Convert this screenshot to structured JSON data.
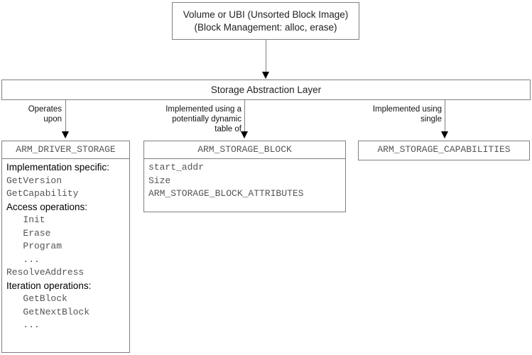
{
  "diagram": {
    "top_box": {
      "line1": "Volume or UBI (Unsorted Block Image)",
      "line2": "(Block Management: alloc, erase)"
    },
    "middle_layer": {
      "title": "Storage Abstraction Layer"
    },
    "edges": [
      {
        "label": "Operates\nupon"
      },
      {
        "label": "Implemented using a\npotentially dynamic\ntable of"
      },
      {
        "label": "Implemented using\nsingle"
      }
    ],
    "boxes": [
      {
        "header": "ARM_DRIVER_STORAGE",
        "rows": [
          {
            "text": "Implementation specific:",
            "style": "label",
            "indent": 0
          },
          {
            "text": "GetVersion",
            "style": "mono",
            "indent": 0
          },
          {
            "text": "GetCapability",
            "style": "mono",
            "indent": 0
          },
          {
            "text": "Access operations:",
            "style": "label",
            "indent": 0
          },
          {
            "text": "Init",
            "style": "mono",
            "indent": 1
          },
          {
            "text": "Erase",
            "style": "mono",
            "indent": 1
          },
          {
            "text": "Program",
            "style": "mono",
            "indent": 1
          },
          {
            "text": "...",
            "style": "mono",
            "indent": 1
          },
          {
            "text": "ResolveAddress",
            "style": "mono",
            "indent": 0
          },
          {
            "text": "Iteration operations:",
            "style": "label",
            "indent": 0
          },
          {
            "text": "GetBlock",
            "style": "mono",
            "indent": 1
          },
          {
            "text": "GetNextBlock",
            "style": "mono",
            "indent": 1
          },
          {
            "text": "...",
            "style": "mono",
            "indent": 1
          }
        ]
      },
      {
        "header": "ARM_STORAGE_BLOCK",
        "rows": [
          {
            "text": "start_addr",
            "style": "mono",
            "indent": 0
          },
          {
            "text": "Size",
            "style": "mono",
            "indent": 0
          },
          {
            "text": "ARM_STORAGE_BLOCK_ATTRIBUTES",
            "style": "mono",
            "indent": 0
          }
        ]
      },
      {
        "header": "ARM_STORAGE_CAPABILITIES",
        "rows": []
      }
    ],
    "colors": {
      "border": "#808080",
      "mono_text": "#555555",
      "label_text": "#000000",
      "arrow_line": "#808080",
      "arrow_head": "#000000",
      "background": "#ffffff"
    }
  }
}
